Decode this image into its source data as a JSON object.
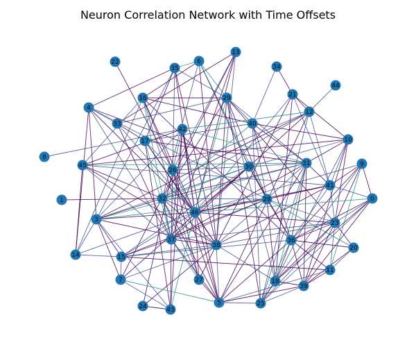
{
  "title": "Neuron Correlation Network with Time Offsets",
  "colors": {
    "node": "#1f77b4",
    "edge_palette": [
      "#440154",
      "#3b528b",
      "#21918c"
    ]
  },
  "nodes": [
    {
      "id": "0"
    },
    {
      "id": "1"
    },
    {
      "id": "3"
    },
    {
      "id": "4"
    },
    {
      "id": "5"
    },
    {
      "id": "6"
    },
    {
      "id": "7"
    },
    {
      "id": "8"
    },
    {
      "id": "9"
    },
    {
      "id": "10"
    },
    {
      "id": "11"
    },
    {
      "id": "12"
    },
    {
      "id": "13"
    },
    {
      "id": "14"
    },
    {
      "id": "15"
    },
    {
      "id": "16"
    },
    {
      "id": "17"
    },
    {
      "id": "18"
    },
    {
      "id": "20"
    },
    {
      "id": "21"
    },
    {
      "id": "22"
    },
    {
      "id": "23"
    },
    {
      "id": "24"
    },
    {
      "id": "25"
    },
    {
      "id": "26"
    },
    {
      "id": "27"
    },
    {
      "id": "28"
    },
    {
      "id": "29"
    },
    {
      "id": "30"
    },
    {
      "id": "31"
    },
    {
      "id": "32"
    },
    {
      "id": "33"
    },
    {
      "id": "34"
    },
    {
      "id": "35"
    },
    {
      "id": "36"
    },
    {
      "id": "37"
    },
    {
      "id": "38"
    },
    {
      "id": "39"
    },
    {
      "id": "40"
    },
    {
      "id": "41"
    },
    {
      "id": "42"
    },
    {
      "id": "43"
    },
    {
      "id": "44"
    },
    {
      "id": "45"
    },
    {
      "id": "46"
    }
  ],
  "edges": [
    [
      "22",
      "26"
    ],
    [
      "8",
      "42"
    ],
    [
      "1",
      "32"
    ],
    [
      "44",
      "12"
    ],
    [
      "34",
      "40"
    ],
    [
      "34",
      "21"
    ],
    [
      "4",
      "33"
    ],
    [
      "4",
      "35"
    ],
    [
      "4",
      "46"
    ],
    [
      "4",
      "37"
    ],
    [
      "4",
      "14"
    ],
    [
      "4",
      "3"
    ],
    [
      "4",
      "28"
    ],
    [
      "4",
      "30"
    ],
    [
      "35",
      "6"
    ],
    [
      "35",
      "29"
    ],
    [
      "35",
      "46"
    ],
    [
      "35",
      "37"
    ],
    [
      "35",
      "38"
    ],
    [
      "35",
      "17"
    ],
    [
      "35",
      "3"
    ],
    [
      "6",
      "16"
    ],
    [
      "6",
      "30"
    ],
    [
      "6",
      "28"
    ],
    [
      "6",
      "38"
    ],
    [
      "6",
      "29"
    ],
    [
      "6",
      "32"
    ],
    [
      "13",
      "37"
    ],
    [
      "13",
      "38"
    ],
    [
      "13",
      "46"
    ],
    [
      "13",
      "33"
    ],
    [
      "13",
      "26"
    ],
    [
      "13",
      "7"
    ],
    [
      "16",
      "46"
    ],
    [
      "16",
      "37"
    ],
    [
      "16",
      "26"
    ],
    [
      "16",
      "45"
    ],
    [
      "16",
      "14"
    ],
    [
      "16",
      "29"
    ],
    [
      "16",
      "27"
    ],
    [
      "16",
      "36"
    ],
    [
      "16",
      "40"
    ],
    [
      "33",
      "46"
    ],
    [
      "33",
      "37"
    ],
    [
      "33",
      "17"
    ],
    [
      "33",
      "29"
    ],
    [
      "29",
      "38"
    ],
    [
      "29",
      "18"
    ],
    [
      "29",
      "31"
    ],
    [
      "29",
      "23"
    ],
    [
      "29",
      "46"
    ],
    [
      "29",
      "32"
    ],
    [
      "29",
      "25"
    ],
    [
      "29",
      "40"
    ],
    [
      "29",
      "28"
    ],
    [
      "42",
      "45"
    ],
    [
      "42",
      "3"
    ],
    [
      "42",
      "37"
    ],
    [
      "42",
      "26"
    ],
    [
      "42",
      "12"
    ],
    [
      "42",
      "5"
    ],
    [
      "42",
      "31"
    ],
    [
      "42",
      "46"
    ],
    [
      "42",
      "43"
    ],
    [
      "40",
      "28"
    ],
    [
      "40",
      "10"
    ],
    [
      "40",
      "31"
    ],
    [
      "40",
      "25"
    ],
    [
      "40",
      "36"
    ],
    [
      "40",
      "17"
    ],
    [
      "40",
      "32"
    ],
    [
      "21",
      "12"
    ],
    [
      "21",
      "41"
    ],
    [
      "21",
      "18"
    ],
    [
      "21",
      "10"
    ],
    [
      "21",
      "46"
    ],
    [
      "21",
      "38"
    ],
    [
      "12",
      "3"
    ],
    [
      "12",
      "25"
    ],
    [
      "12",
      "30"
    ],
    [
      "12",
      "41"
    ],
    [
      "12",
      "32"
    ],
    [
      "12",
      "5"
    ],
    [
      "12",
      "26"
    ],
    [
      "17",
      "31"
    ],
    [
      "17",
      "46"
    ],
    [
      "17",
      "37"
    ],
    [
      "17",
      "43"
    ],
    [
      "17",
      "38"
    ],
    [
      "17",
      "26"
    ],
    [
      "10",
      "37"
    ],
    [
      "10",
      "41"
    ],
    [
      "10",
      "18"
    ],
    [
      "10",
      "39"
    ],
    [
      "10",
      "30"
    ],
    [
      "10",
      "45"
    ],
    [
      "10",
      "23"
    ],
    [
      "45",
      "31"
    ],
    [
      "45",
      "14"
    ],
    [
      "45",
      "32"
    ],
    [
      "45",
      "37"
    ],
    [
      "45",
      "38"
    ],
    [
      "45",
      "41"
    ],
    [
      "26",
      "30"
    ],
    [
      "26",
      "27"
    ],
    [
      "26",
      "46"
    ],
    [
      "26",
      "5"
    ],
    [
      "26",
      "24"
    ],
    [
      "26",
      "37"
    ],
    [
      "9",
      "41"
    ],
    [
      "9",
      "23"
    ],
    [
      "9",
      "18"
    ],
    [
      "9",
      "0"
    ],
    [
      "9",
      "11"
    ],
    [
      "9",
      "46"
    ],
    [
      "9",
      "36"
    ],
    [
      "31",
      "38"
    ],
    [
      "31",
      "41"
    ],
    [
      "31",
      "36"
    ],
    [
      "31",
      "25"
    ],
    [
      "31",
      "39"
    ],
    [
      "31",
      "32"
    ],
    [
      "31",
      "3"
    ],
    [
      "31",
      "5"
    ],
    [
      "31",
      "18"
    ],
    [
      "31",
      "30"
    ],
    [
      "30",
      "46"
    ],
    [
      "30",
      "3"
    ],
    [
      "30",
      "37"
    ],
    [
      "30",
      "28"
    ],
    [
      "30",
      "15"
    ],
    [
      "30",
      "7"
    ],
    [
      "30",
      "36"
    ],
    [
      "30",
      "32"
    ],
    [
      "41",
      "38"
    ],
    [
      "41",
      "0"
    ],
    [
      "41",
      "36"
    ],
    [
      "41",
      "46"
    ],
    [
      "41",
      "23"
    ],
    [
      "41",
      "28"
    ],
    [
      "32",
      "46"
    ],
    [
      "32",
      "37"
    ],
    [
      "32",
      "3"
    ],
    [
      "32",
      "38"
    ],
    [
      "32",
      "27"
    ],
    [
      "32",
      "5"
    ],
    [
      "32",
      "28"
    ],
    [
      "0",
      "23"
    ],
    [
      "0",
      "36"
    ],
    [
      "0",
      "46"
    ],
    [
      "0",
      "39"
    ],
    [
      "0",
      "18"
    ],
    [
      "0",
      "25"
    ],
    [
      "28",
      "36"
    ],
    [
      "28",
      "46"
    ],
    [
      "28",
      "37"
    ],
    [
      "28",
      "18"
    ],
    [
      "28",
      "23"
    ],
    [
      "28",
      "3"
    ],
    [
      "28",
      "15"
    ],
    [
      "28",
      "20"
    ],
    [
      "46",
      "38"
    ],
    [
      "46",
      "3"
    ],
    [
      "46",
      "37"
    ],
    [
      "46",
      "23"
    ],
    [
      "46",
      "27"
    ],
    [
      "46",
      "15"
    ],
    [
      "46",
      "5"
    ],
    [
      "46",
      "14"
    ],
    [
      "46",
      "43"
    ],
    [
      "3",
      "38"
    ],
    [
      "3",
      "14"
    ],
    [
      "3",
      "7"
    ],
    [
      "3",
      "15"
    ],
    [
      "3",
      "43"
    ],
    [
      "23",
      "36"
    ],
    [
      "23",
      "20"
    ],
    [
      "23",
      "11"
    ],
    [
      "23",
      "18"
    ],
    [
      "23",
      "25"
    ],
    [
      "23",
      "38"
    ],
    [
      "23",
      "39"
    ],
    [
      "23",
      "37"
    ],
    [
      "37",
      "38"
    ],
    [
      "37",
      "15"
    ],
    [
      "37",
      "27"
    ],
    [
      "37",
      "43"
    ],
    [
      "37",
      "5"
    ],
    [
      "38",
      "15"
    ],
    [
      "38",
      "27"
    ],
    [
      "38",
      "7"
    ],
    [
      "38",
      "5"
    ],
    [
      "38",
      "24"
    ],
    [
      "38",
      "18"
    ],
    [
      "36",
      "18"
    ],
    [
      "36",
      "39"
    ],
    [
      "36",
      "25"
    ],
    [
      "36",
      "11"
    ],
    [
      "36",
      "20"
    ],
    [
      "36",
      "15"
    ],
    [
      "36",
      "5"
    ],
    [
      "14",
      "15"
    ],
    [
      "15",
      "7"
    ],
    [
      "15",
      "11"
    ],
    [
      "20",
      "11"
    ],
    [
      "20",
      "39"
    ],
    [
      "11",
      "39"
    ],
    [
      "11",
      "5"
    ],
    [
      "18",
      "39"
    ],
    [
      "18",
      "25"
    ],
    [
      "39",
      "25"
    ],
    [
      "39",
      "5"
    ],
    [
      "7",
      "5"
    ],
    [
      "7",
      "43"
    ],
    [
      "27",
      "5"
    ],
    [
      "5",
      "25"
    ],
    [
      "25",
      "18"
    ],
    [
      "24",
      "43"
    ]
  ]
}
